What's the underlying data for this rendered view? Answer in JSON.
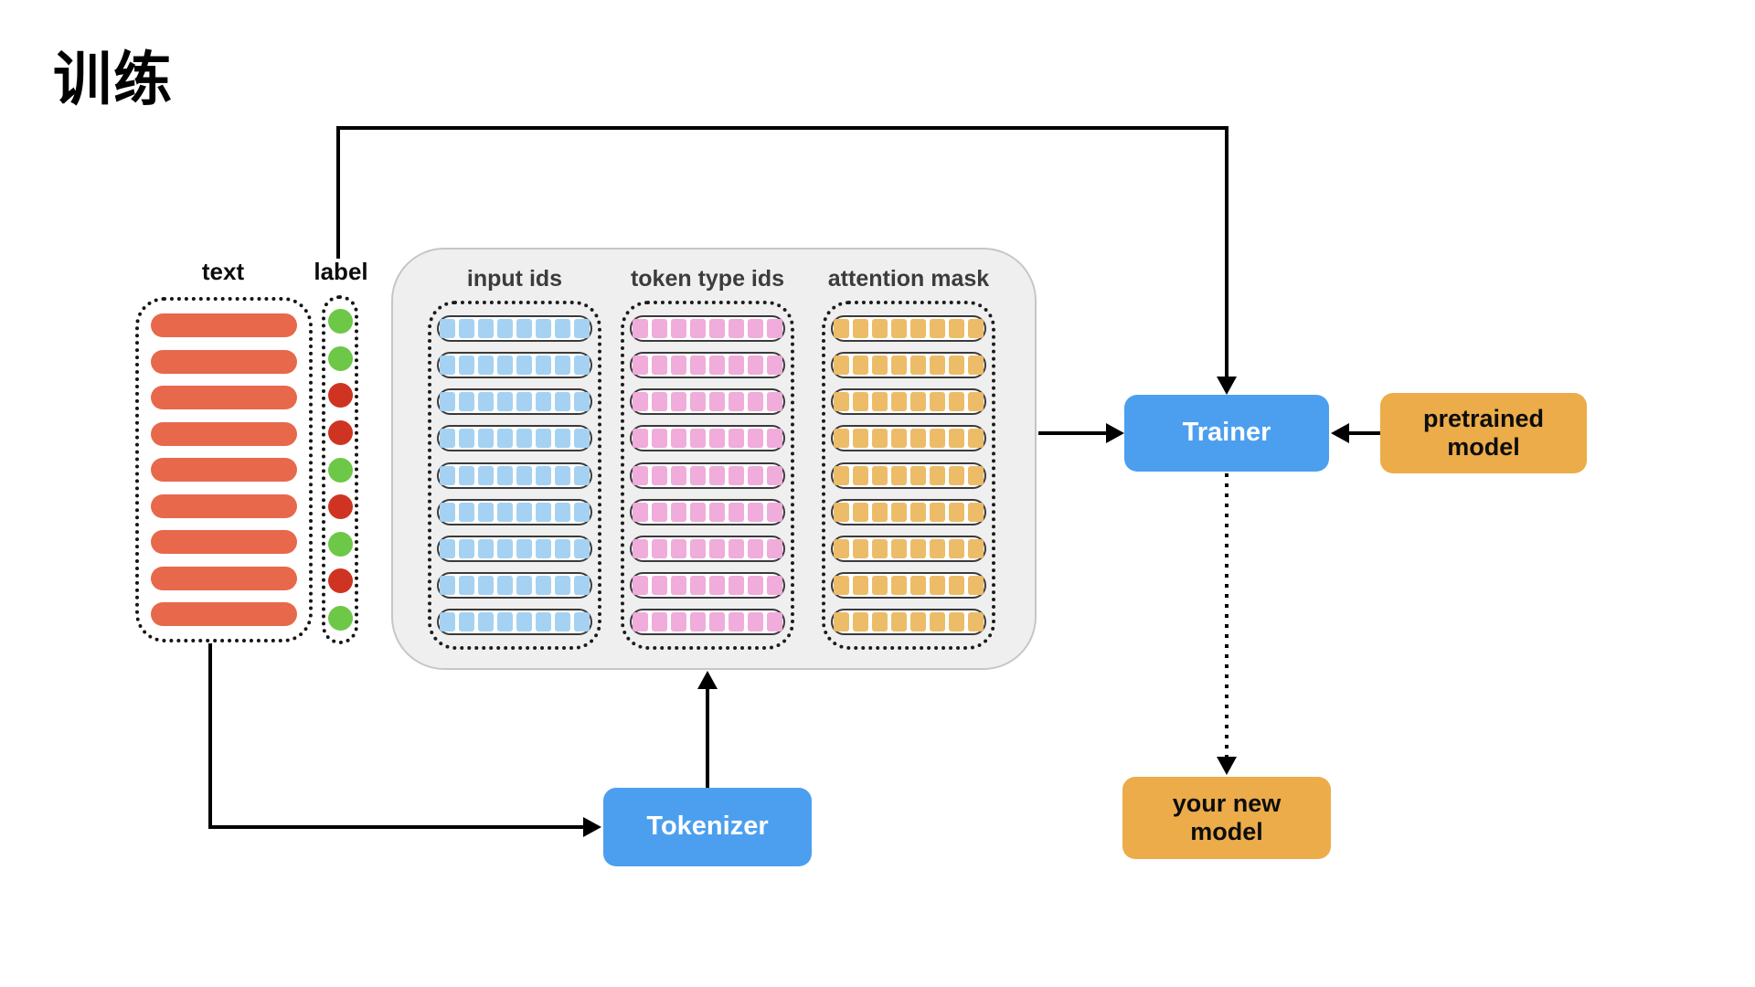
{
  "title": "训练",
  "text_column": {
    "label": "text",
    "row_count": 9,
    "bar_color": "#E8684C"
  },
  "label_column": {
    "label": "label",
    "dot_colors": [
      "green",
      "green",
      "red",
      "red",
      "green",
      "red",
      "green",
      "red",
      "green"
    ],
    "palette": {
      "green": "#6EC847",
      "red": "#CF3423"
    }
  },
  "batch_panel": {
    "rows": 9,
    "squares_per_row": 8,
    "columns": [
      {
        "label": "input ids",
        "square_color": "#A5D2F2"
      },
      {
        "label": "token type ids",
        "square_color": "#F0ACDA"
      },
      {
        "label": "attention mask",
        "square_color": "#EDBC68"
      }
    ]
  },
  "nodes": {
    "trainer": {
      "label": "Trainer",
      "color": "#4C9FEF",
      "text_color": "#FFFFFF"
    },
    "tokenizer": {
      "label": "Tokenizer",
      "color": "#4C9FEF",
      "text_color": "#FFFFFF"
    },
    "pretrained_model": {
      "label": "pretrained model",
      "color": "#ECAC49",
      "text_color": "#0d0d0d"
    },
    "your_new_model": {
      "label": "your new model",
      "color": "#ECAC49",
      "text_color": "#0d0d0d"
    }
  }
}
